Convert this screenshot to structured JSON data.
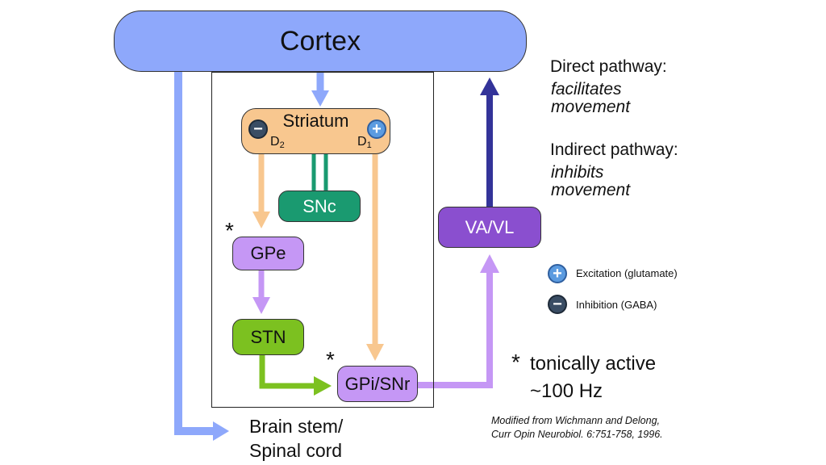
{
  "nodes": {
    "cortex": "Cortex",
    "striatum": "Striatum",
    "d2": "D",
    "d2_sub": "2",
    "d1": "D",
    "d1_sub": "1",
    "snc": "SNc",
    "gpe": "GPe",
    "stn": "STN",
    "gpi_snr": "GPi/SNr",
    "va_vl": "VA/VL",
    "brainstem_line1": "Brain stem/",
    "brainstem_line2": "Spinal cord"
  },
  "markers": {
    "gpe_star": "*",
    "gpi_star": "*"
  },
  "pathways": {
    "direct_title": "Direct pathway:",
    "direct_desc_1": "facilitates",
    "direct_desc_2": "movement",
    "indirect_title": "Indirect pathway:",
    "indirect_desc_1": "inhibits",
    "indirect_desc_2": "movement"
  },
  "legend": {
    "excitation": "Excitation (glutamate)",
    "inhibition": "Inhibition (GABA)",
    "plus_symbol": "+",
    "minus_symbol": "−"
  },
  "note": {
    "star": "*",
    "line1": "tonically active",
    "line2": "~100 Hz"
  },
  "citation": {
    "line1": "Modified from Wichmann and Delong,",
    "line2": "Curr Opin Neurobiol. 6:751-758, 1996."
  },
  "colors": {
    "cortex": "#8ea8fb",
    "striatum": "#f8c78f",
    "snc": "#1a9a70",
    "gpe": "#c597f5",
    "stn": "#7cc120",
    "gpi_snr": "#c597f5",
    "va_vl": "#8a4fcf",
    "excitation": "#5b9be0",
    "inhibition": "#3a4d64"
  }
}
